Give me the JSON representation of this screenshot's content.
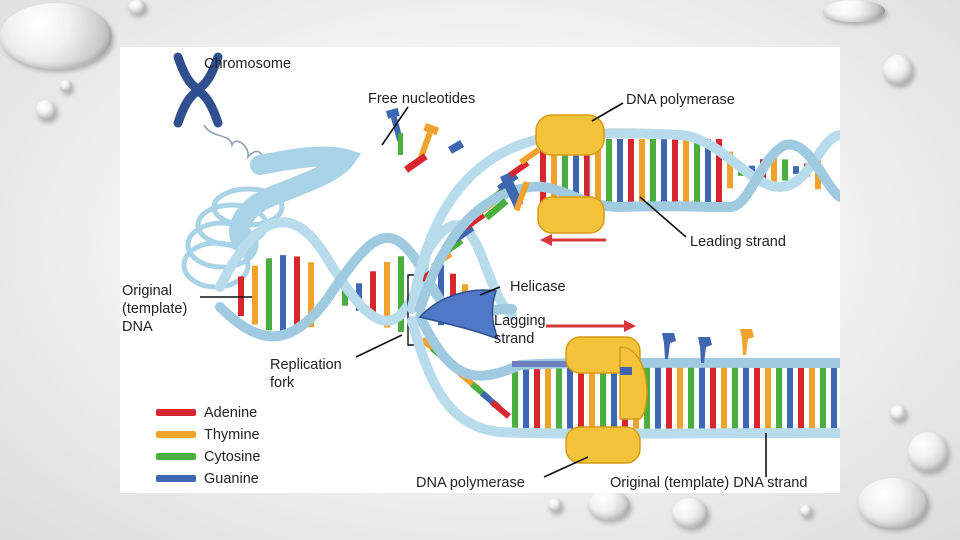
{
  "diagram": {
    "labels": {
      "chromosome": "Chromosome",
      "free_nucleotides": "Free nucleotides",
      "dna_polymerase_top": "DNA polymerase",
      "leading_strand": "Leading strand",
      "helicase": "Helicase",
      "lagging_strand_line1": "Lagging",
      "lagging_strand_line2": "strand",
      "original_dna_line1": "Original",
      "original_dna_line2": "(template)",
      "original_dna_line3": "DNA",
      "replication_fork_line1": "Replication",
      "replication_fork_line2": "fork",
      "dna_polymerase_bottom": "DNA polymerase",
      "original_template_strand": "Original (template) DNA strand"
    },
    "legend": [
      {
        "label": "Adenine",
        "color": "#d8262f"
      },
      {
        "label": "Thymine",
        "color": "#f0a22d"
      },
      {
        "label": "Cytosine",
        "color": "#4cae3f"
      },
      {
        "label": "Guanine",
        "color": "#3f67b1"
      }
    ],
    "colors": {
      "backbone": "#b9dcec",
      "chromosome": "#2f4f8f",
      "polymerase": "#f5c33a",
      "helicase": "#4f79c6",
      "arrow": "#d9363a"
    }
  }
}
